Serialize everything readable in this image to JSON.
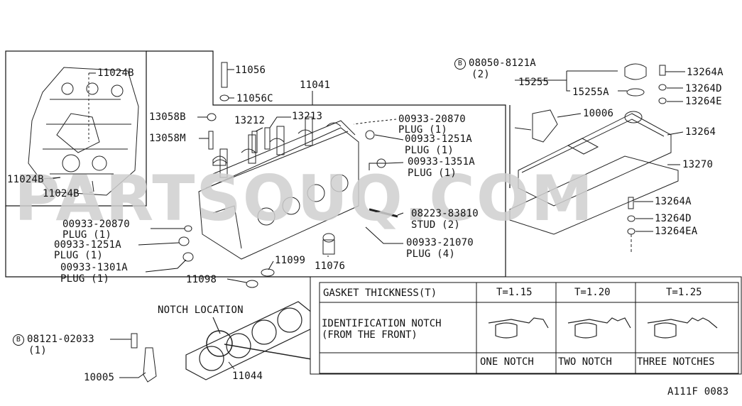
{
  "labels": {
    "p11024b_top": "11024B",
    "p11024b_left": "11024B",
    "p11024b_bottom": "11024B",
    "p11056": "11056",
    "p11056c": "11056C",
    "p11041": "11041",
    "p13058b": "13058B",
    "p13058m": "13058M",
    "p13212": "13212",
    "p13213": "13213",
    "p00933_20870_top": "00933-20870",
    "plug1_a": "PLUG (1)",
    "p00933_1251a_top": "00933-1251A",
    "plug1_b": "PLUG (1)",
    "p00933_1351a": "00933-1351A",
    "plug1_c": "PLUG (1)",
    "p08223_83810": "08223-83810",
    "stud2": "STUD (2)",
    "p00933_21070": "00933-21070",
    "plug4": "PLUG (4)",
    "p00933_20870_left": "00933-20870",
    "plug1_d": "PLUG (1)",
    "p00933_1251a_left": "00933-1251A",
    "plug1_e": "PLUG (1)",
    "p00933_1301a": "00933-1301A",
    "plug1_f": "PLUG (1)",
    "p11099": "11099",
    "p11098": "11098",
    "p11076": "11076",
    "b08050": "08050-8121A",
    "b08050_qty": "(2)",
    "p15255": "15255",
    "p15255a": "15255A",
    "p10006": "10006",
    "p13264a_top": "13264A",
    "p13264d_top": "13264D",
    "p13264e": "13264E",
    "p13264": "13264",
    "p13270": "13270",
    "p13264a_bot": "13264A",
    "p13264d_bot": "13264D",
    "p13264ea": "13264EA",
    "notch_location": "NOTCH LOCATION",
    "b08121": "08121-02033",
    "b08121_qty": "(1)",
    "p10005": "10005",
    "p11044": "11044",
    "figure_code": "A111F 0083",
    "bolt_badge": "B"
  },
  "watermark": "PARTSOUQ.COM",
  "gasket_table": {
    "header": "GASKET THICKNESS(T)",
    "columns": [
      "T=1.15",
      "T=1.20",
      "T=1.25"
    ],
    "row_label_1": "IDENTIFICATION NOTCH",
    "row_label_2": "(FROM THE FRONT)",
    "notches": [
      "ONE NOTCH",
      "TWO NOTCH",
      "THREE NOTCHES"
    ]
  }
}
